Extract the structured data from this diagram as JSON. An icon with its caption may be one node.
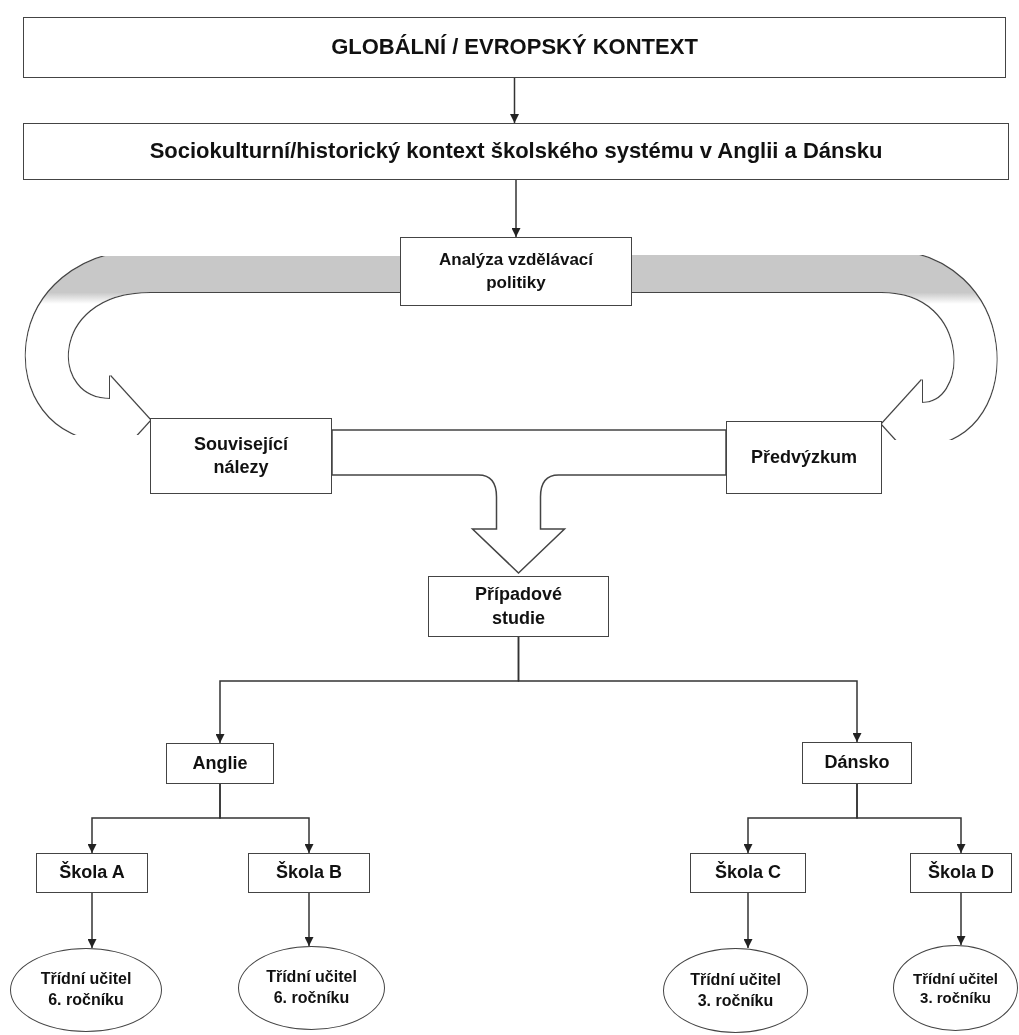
{
  "diagram": {
    "nodes": [
      {
        "text": [
          "GLOBÁLNÍ / EVROPSKÝ KONTEXT"
        ]
      },
      {
        "text": [
          "Sociokulturní/historický kontext školského systému v Anglii a Dánsku"
        ]
      },
      {
        "text": [
          "Analýza vzdělávací politiky"
        ]
      },
      {
        "text": [
          "Související nálezy"
        ]
      },
      {
        "text": [
          "Předvýzkum"
        ]
      },
      {
        "text": [
          "Případové studie"
        ]
      },
      {
        "text": [
          "Anglie"
        ]
      },
      {
        "text": [
          "Dánsko"
        ]
      },
      {
        "text": [
          "Škola A"
        ]
      },
      {
        "text": [
          "Škola B"
        ]
      },
      {
        "text": [
          "Škola C"
        ]
      },
      {
        "text": [
          "Škola D"
        ]
      },
      {
        "text": [
          "Třídní učitel 6. ročníku"
        ]
      },
      {
        "text": [
          "Třídní učitel 6. ročníku"
        ]
      },
      {
        "text": [
          "Třídní učitel 3. ročníku"
        ]
      },
      {
        "text": [
          "Třídní učitel 3. ročníku"
        ]
      }
    ],
    "edges": [
      {
        "from": 0,
        "to": 1,
        "arrow": "to"
      },
      {
        "from": 1,
        "to": 2,
        "arrow": "to"
      },
      {
        "from": 2,
        "to": 3,
        "arrow": "to",
        "style": "thick"
      },
      {
        "from": 2,
        "to": 4,
        "arrow": "to",
        "style": "thick"
      },
      {
        "from": 3,
        "to": 5,
        "arrow": "to",
        "style": "thick"
      },
      {
        "from": 4,
        "to": 5,
        "arrow": "to",
        "style": "thick"
      },
      {
        "from": 5,
        "to": 6,
        "arrow": "to"
      },
      {
        "from": 5,
        "to": 7,
        "arrow": "to"
      },
      {
        "from": 6,
        "to": 8,
        "arrow": "to"
      },
      {
        "from": 6,
        "to": 9,
        "arrow": "to"
      },
      {
        "from": 7,
        "to": 10,
        "arrow": "to"
      },
      {
        "from": 7,
        "to": 11,
        "arrow": "to"
      },
      {
        "from": 8,
        "to": 12,
        "arrow": "to"
      },
      {
        "from": 9,
        "to": 13,
        "arrow": "to"
      },
      {
        "from": 10,
        "to": 14,
        "arrow": "to"
      },
      {
        "from": 11,
        "to": 15,
        "arrow": "to"
      }
    ]
  }
}
